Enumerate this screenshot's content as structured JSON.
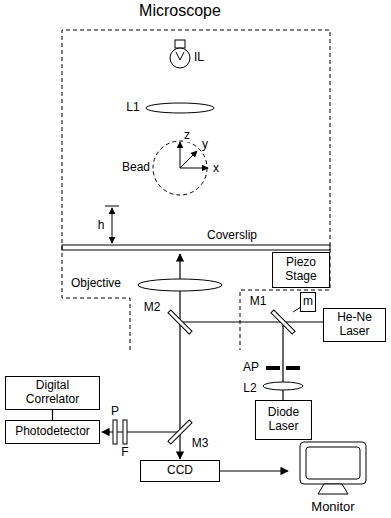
{
  "diagram": {
    "nodes": [
      {
        "text": [
          "Microscope"
        ]
      },
      {
        "text": [
          "Piezo Stage"
        ],
        "in": 0
      },
      {
        "text": [
          "He-Ne Laser"
        ]
      },
      {
        "text": [
          "m"
        ]
      },
      {
        "text": [
          "Diode Laser"
        ]
      },
      {
        "text": [
          "Digital Correlator"
        ]
      },
      {
        "text": [
          "Photodetector"
        ]
      },
      {
        "text": [
          "CCD"
        ]
      },
      {
        "text": [
          "Monitor"
        ]
      }
    ],
    "edges": [
      {
        "from": 5,
        "to": 6,
        "arrow": "none"
      },
      {
        "from": 7,
        "to": 8,
        "arrow": "to"
      }
    ],
    "labels": [
      "IL",
      "L1",
      "Bead",
      "z",
      "y",
      "x",
      "h",
      "Coverslip",
      "Objective",
      "M2",
      "M1",
      "M3",
      "P",
      "F",
      "AP",
      "L2"
    ]
  }
}
